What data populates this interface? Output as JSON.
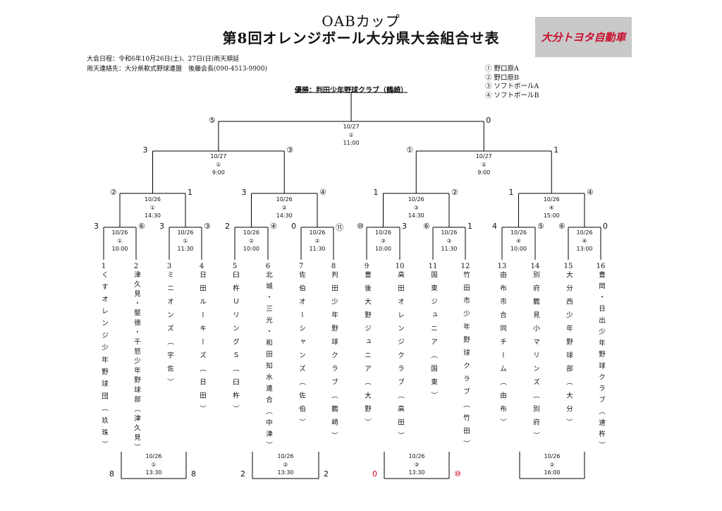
{
  "title": "OABカップ",
  "subtitle": "第8回オレンジボール大分県大会組合せ表",
  "info_line1": "大会日程：令和6年10月26日(土)、27日(日)雨天順延",
  "info_line2": "雨天連絡先：大分県軟式野球連盟　後藤会長(090-4513-9900)",
  "sponsor_logo_text": "大分トヨタ自動車",
  "venues": [
    "① 野口原A",
    "② 野口原B",
    "③ ソフトボールA",
    "④ ソフトボールB"
  ],
  "champion": "優勝：判田少年野球クラブ（鶴崎）",
  "matches": [
    {
      "id": "final",
      "date": "10/27",
      "venue": "①",
      "time": "11:00",
      "score_left": "⑤",
      "score_right": "0"
    },
    {
      "id": "sf_left",
      "date": "10/27",
      "venue": "①",
      "time": "9:00",
      "score_left": "3",
      "score_right": "③"
    },
    {
      "id": "sf_right",
      "date": "10/27",
      "venue": "②",
      "time": "9:00",
      "score_left": "①",
      "score_right": "1"
    },
    {
      "id": "qf1",
      "date": "10/26",
      "venue": "①",
      "time": "14:30",
      "score_left": "②",
      "score_right": "1"
    },
    {
      "id": "qf2",
      "date": "10/26",
      "venue": "②",
      "time": "14:30",
      "score_left": "3",
      "score_right": "④"
    },
    {
      "id": "qf3",
      "date": "10/26",
      "venue": "③",
      "time": "14:30",
      "score_left": "1",
      "score_right": "②"
    },
    {
      "id": "qf4",
      "date": "10/26",
      "venue": "④",
      "time": "15:00",
      "score_left": "1",
      "score_right": "④"
    },
    {
      "id": "r1",
      "date": "10/26",
      "venue": "①",
      "time": "10:00",
      "score_left": "3",
      "score_right": "⑥"
    },
    {
      "id": "r2",
      "date": "10/26",
      "venue": "①",
      "time": "11:30",
      "score_left": "3",
      "score_right": "③"
    },
    {
      "id": "r3",
      "date": "10/26",
      "venue": "②",
      "time": "10:00",
      "score_left": "2",
      "score_right": "④"
    },
    {
      "id": "r4",
      "date": "10/26",
      "venue": "②",
      "time": "11:30",
      "score_left": "0",
      "score_right": "⑪"
    },
    {
      "id": "r5",
      "date": "10/26",
      "venue": "③",
      "time": "10:00",
      "score_left": "⑩",
      "score_right": "3"
    },
    {
      "id": "r6",
      "date": "10/26",
      "venue": "③",
      "time": "11:30",
      "score_left": "⑥",
      "score_right": "1"
    },
    {
      "id": "r7",
      "date": "10/26",
      "venue": "④",
      "time": "10:00",
      "score_left": "4",
      "score_right": "⑤"
    },
    {
      "id": "r8",
      "date": "10/26",
      "venue": "④",
      "time": "13:00",
      "score_left": "⑥",
      "score_right": "0"
    }
  ],
  "consolation": [
    {
      "id": "c1",
      "date": "10/26",
      "venue": "①",
      "time": "13:30",
      "score_left": "8",
      "score_right": "8",
      "red": false
    },
    {
      "id": "c2",
      "date": "10/26",
      "venue": "②",
      "time": "13:30",
      "score_left": "2",
      "score_right": "2",
      "red": false
    },
    {
      "id": "c3",
      "date": "10/26",
      "venue": "③",
      "time": "13:30",
      "score_left": "0",
      "score_right": "⑩",
      "red": true
    },
    {
      "id": "c4",
      "date": "10/26",
      "venue": "②",
      "time": "16:00",
      "score_left": "",
      "score_right": "",
      "red": false
    }
  ],
  "teams": [
    {
      "num": "1",
      "name": "くすオレンジ少年野球団（玖珠）"
    },
    {
      "num": "2",
      "name": "津久見・堅徳・千怒少年野球部（津久見）"
    },
    {
      "num": "3",
      "name": "ミニオンズ（宇佐）"
    },
    {
      "num": "4",
      "name": "日田ルーキーズ（日田）"
    },
    {
      "num": "5",
      "name": "臼杵ＵリングＳ（臼杵）"
    },
    {
      "num": "6",
      "name": "北城・三光・和田知水連合（中津）"
    },
    {
      "num": "7",
      "name": "佐伯オーシャンズ（佐伯）"
    },
    {
      "num": "8",
      "name": "判田少年野球クラブ（鶴崎）"
    },
    {
      "num": "9",
      "name": "豊後大野ジュニア（大野）"
    },
    {
      "num": "10",
      "name": "高田オレンジクラブ（高田）"
    },
    {
      "num": "11",
      "name": "国東ジュニア（国東）"
    },
    {
      "num": "12",
      "name": "竹田市少年野球クラブ（竹田）"
    },
    {
      "num": "13",
      "name": "由布市合同チーム（由布）"
    },
    {
      "num": "14",
      "name": "別府鶴見小マリンズ（別府）"
    },
    {
      "num": "15",
      "name": "大分西少年野球部（大分）"
    },
    {
      "num": "16",
      "name": "豊岡・日出少年野球クラブ（速杵）"
    }
  ]
}
